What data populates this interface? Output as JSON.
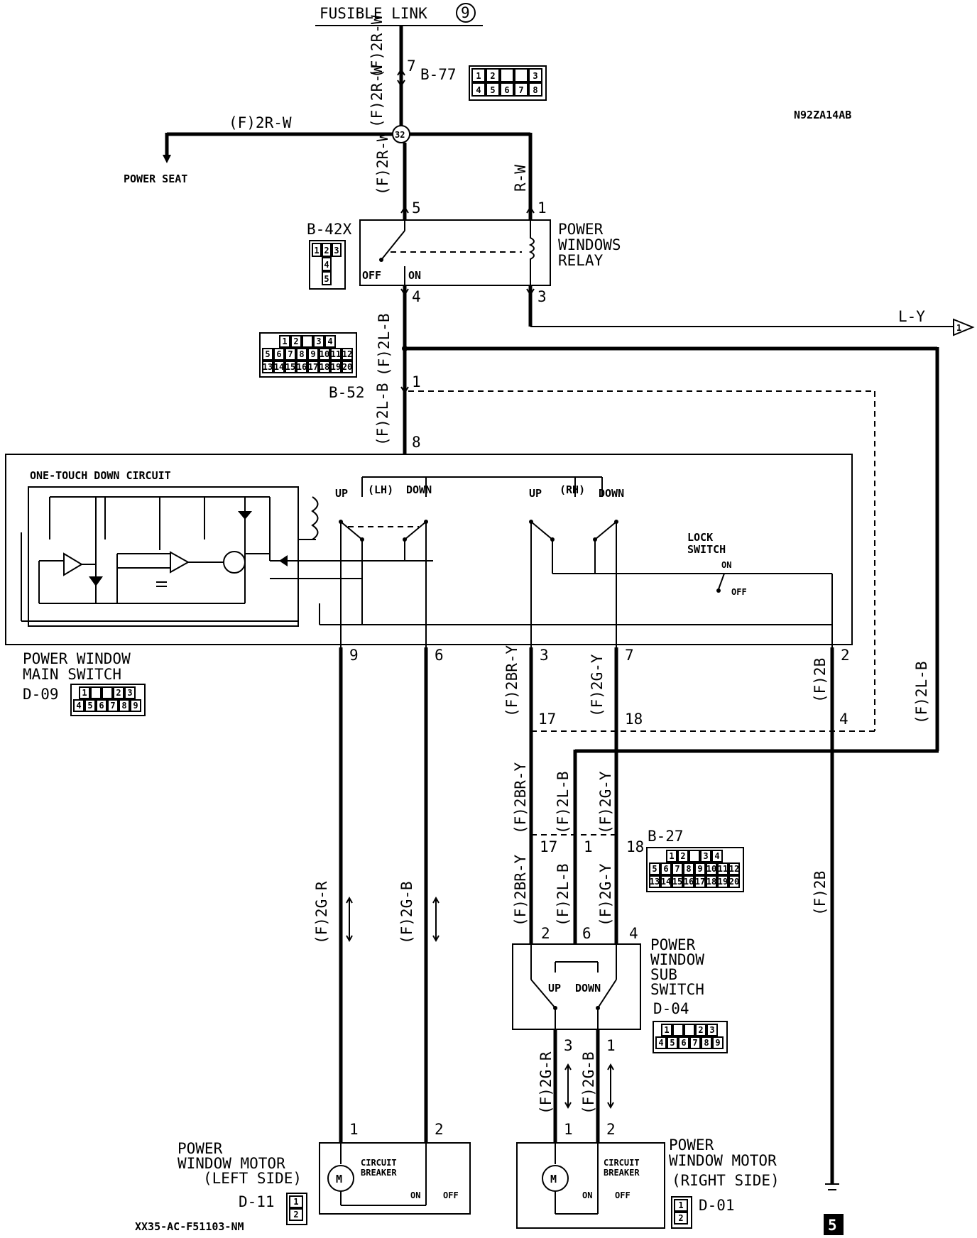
{
  "title": "FUSIBLE LINK",
  "title_num": "9",
  "diagram_code": "N92ZA14AB",
  "footer_code": "XX35-AC-F51103-NM",
  "ground_num": "5",
  "wires": {
    "w_2rw": "(F)2R-W",
    "w_rw": "R-W",
    "w_2lb": "(F)2L-B",
    "w_ly": "L-Y",
    "w_2gr": "(F)2G-R",
    "w_2gb": "(F)2G-B",
    "w_2bry": "(F)2BR-Y",
    "w_2gy": "(F)2G-Y",
    "w_2b": "(F)2B",
    "w_2lb_v": "(F)2L-B",
    "w_2rw_v1": "(F)2R-W",
    "w_2rw_v2": "(F)2R-W",
    "w_2rw_v3": "(F)2R-W",
    "w_2lb_v1": "(F)2L-B",
    "w_2lb_v2": "(F)2L-B",
    "w_2bry_a": "(F)2BR-Y",
    "w_2gy_a": "(F)2G-Y",
    "w_2b_a": "(F)2B",
    "w_2bry_b": "(F)2BR-Y",
    "w_2lb_b": "(F)2L-B",
    "w_2gy_b": "(F)2G-Y",
    "w_2bry_c": "(F)2BR-Y",
    "w_2lb_c": "(F)2L-B",
    "w_2gy_c": "(F)2G-Y",
    "w_2b_b": "(F)2B",
    "w_2gr_b": "(F)2G-R",
    "w_2gb_b": "(F)2G-B"
  },
  "components": {
    "power_seat": "POWER SEAT",
    "relay": [
      "POWER",
      "WINDOWS",
      "RELAY"
    ],
    "relay_conn": "B-42X",
    "relay_off": "OFF",
    "relay_on": "ON",
    "b77": "B-77",
    "b52": "B-52",
    "b27": "B-27",
    "one_touch": "ONE-TOUCH DOWN CIRCUIT",
    "main_switch": [
      "POWER WINDOW",
      "MAIN SWITCH"
    ],
    "main_conn": "D-09",
    "lh": "(LH)",
    "rh": "(RH)",
    "up": "UP",
    "down": "DOWN",
    "lock_switch": [
      "LOCK",
      "SWITCH"
    ],
    "lock_on": "ON",
    "lock_off": "OFF",
    "sub_switch": [
      "POWER",
      "WINDOW",
      "SUB",
      "SWITCH"
    ],
    "sub_conn": "D-04",
    "sub_up": "UP",
    "sub_down": "DOWN",
    "motor_left": [
      "POWER",
      "WINDOW MOTOR",
      "(LEFT SIDE)"
    ],
    "motor_left_conn": "D-11",
    "motor_right": [
      "POWER",
      "WINDOW MOTOR",
      "(RIGHT SIDE)"
    ],
    "motor_right_conn": "D-01",
    "circuit_breaker": [
      "CIRCUIT",
      "BREAKER"
    ],
    "cb_on": "ON",
    "cb_off": "OFF",
    "motor_symbol": "M"
  },
  "pins": {
    "p7": "7",
    "p32": "32",
    "p5": "5",
    "p1": "1",
    "p4": "4",
    "p3": "3",
    "p1b": "1",
    "p8": "8",
    "p9": "9",
    "p6": "6",
    "p3b": "3",
    "p7b": "7",
    "p2": "2",
    "p17": "17",
    "p18": "18",
    "p4b": "4",
    "p17b": "17",
    "p1c": "1",
    "p18b": "18",
    "p2b": "2",
    "p6b": "6",
    "p4c": "4",
    "p3c": "3",
    "p1d": "1",
    "pm1": "1",
    "pm2": "2",
    "pm1r": "1",
    "pm2r": "2",
    "p1_arrow": "1"
  },
  "connectors": {
    "b77": [
      [
        "1",
        "2",
        "",
        "",
        "3"
      ],
      [
        "4",
        "5",
        "6",
        "7",
        "8"
      ]
    ],
    "b42x": [
      [
        "1",
        "2",
        "3"
      ],
      [
        "4"
      ],
      [
        "5"
      ]
    ],
    "b52": [
      [
        "1",
        "2",
        "",
        "3",
        "4"
      ],
      [
        "5",
        "6",
        "7",
        "8",
        "9",
        "10",
        "11",
        "12"
      ],
      [
        "13",
        "14",
        "15",
        "16",
        "17",
        "18",
        "19",
        "20"
      ]
    ],
    "d09": [
      [
        "1",
        "",
        "",
        "2",
        "3"
      ],
      [
        "4",
        "5",
        "6",
        "7",
        "8",
        "9"
      ]
    ],
    "b27": [
      [
        "1",
        "2",
        "",
        "3",
        "4"
      ],
      [
        "5",
        "6",
        "7",
        "8",
        "9",
        "10",
        "11",
        "12"
      ],
      [
        "13",
        "14",
        "15",
        "16",
        "17",
        "18",
        "19",
        "20"
      ]
    ],
    "d04": [
      [
        "1",
        "",
        "",
        "2",
        "3"
      ],
      [
        "4",
        "5",
        "6",
        "7",
        "8",
        "9"
      ]
    ],
    "d11": [
      [
        "1"
      ],
      [
        "2"
      ]
    ],
    "d01": [
      [
        "1"
      ],
      [
        "2"
      ]
    ]
  }
}
